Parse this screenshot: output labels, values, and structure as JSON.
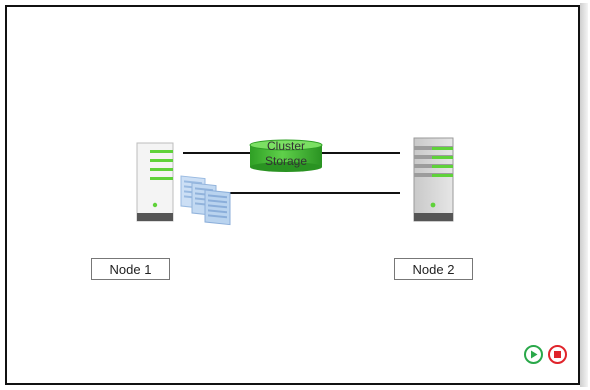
{
  "diagram": {
    "storage": {
      "line1": "Cluster",
      "line2": "Storage"
    },
    "nodes": [
      {
        "label": "Node 1"
      },
      {
        "label": "Node 2"
      }
    ]
  },
  "icons": {
    "server_left": "server-icon",
    "server_right": "server-icon",
    "storage": "database-cylinder-icon",
    "files": "document-stack-icon",
    "play": "play-icon",
    "stop": "stop-icon"
  },
  "colors": {
    "server_led": "#5fd23a",
    "storage_fill": "#3cbd2f",
    "play": "#2aa84a",
    "stop": "#e0242b",
    "files": "#a9c7ec"
  }
}
